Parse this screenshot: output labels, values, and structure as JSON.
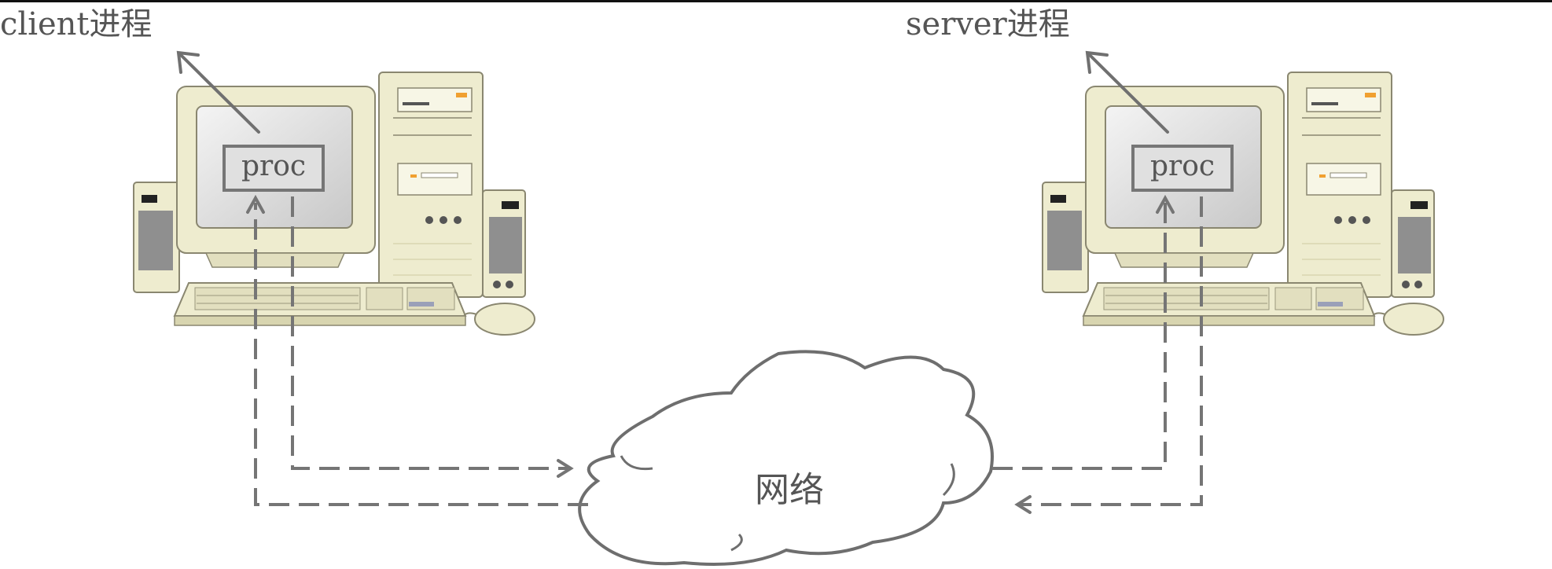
{
  "labels": {
    "client": "client进程",
    "server": "server进程",
    "client_proc": "proc",
    "server_proc": "proc",
    "network": "网络"
  },
  "colors": {
    "line": "#757575",
    "beige": "#eeeccf",
    "beige_dark": "#d8d5b0",
    "outline": "#8a8770",
    "screen": "#dcdcdc"
  }
}
